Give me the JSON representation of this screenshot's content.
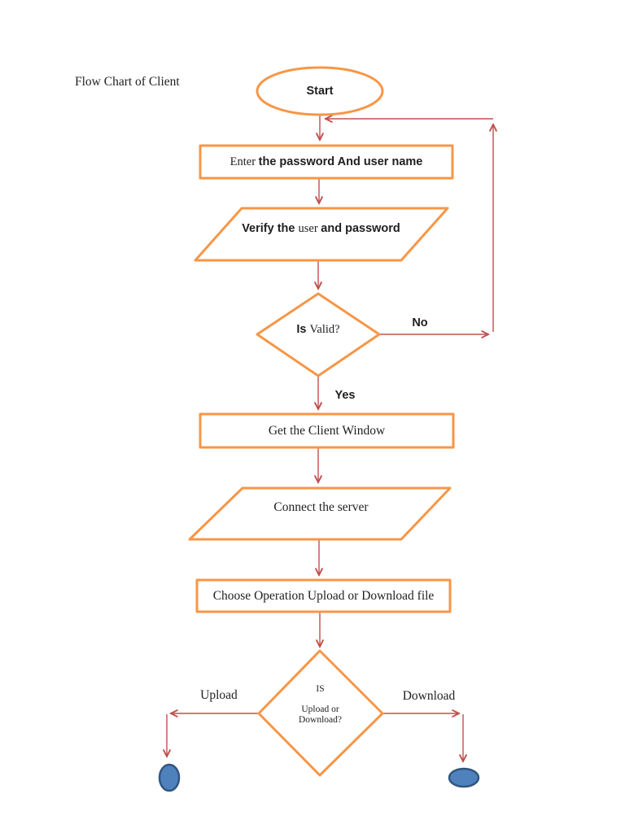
{
  "title": "Flow Chart of Client",
  "colors": {
    "shape_border": "#F79646",
    "arrow": "#C0504D",
    "terminal_fill": "#4F81BD",
    "terminal_border": "#31567F",
    "text": "#1f1f1f"
  },
  "nodes": {
    "start": {
      "label": "Start"
    },
    "enter_credentials": {
      "label_parts": [
        {
          "text": "Enter ",
          "font": "serif"
        },
        {
          "text": "the password And user name",
          "font": "sans-bold"
        }
      ]
    },
    "verify_user": {
      "label_parts": [
        {
          "text": "Verify the ",
          "font": "sans-bold"
        },
        {
          "text": "user ",
          "font": "serif"
        },
        {
          "text": "and password",
          "font": "sans-bold"
        }
      ]
    },
    "is_valid": {
      "label_parts": [
        {
          "text": "Is ",
          "font": "sans-bold"
        },
        {
          "text": "Valid?",
          "font": "serif"
        }
      ]
    },
    "get_client_window": {
      "label": "Get the Client Window"
    },
    "connect_server": {
      "label": "Connect the server"
    },
    "choose_operation": {
      "label": "Choose Operation Upload or Download file"
    },
    "is_upload_or_download": {
      "lines": [
        "IS",
        "Upload or",
        "Download?"
      ]
    }
  },
  "edge_labels": {
    "no": "No",
    "yes": "Yes",
    "upload": "Upload",
    "download": "Download"
  }
}
